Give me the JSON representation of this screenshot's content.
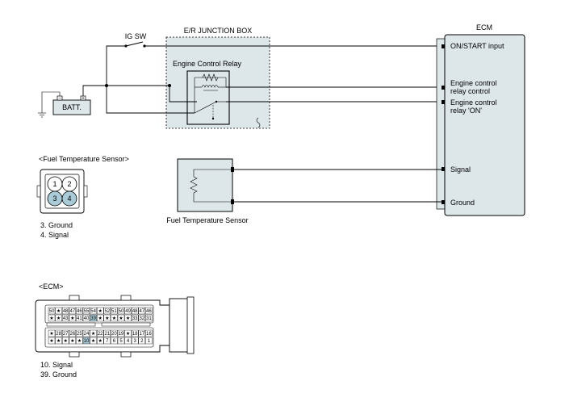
{
  "diagram": {
    "ig_sw": "IG SW",
    "junction_box": "E/R JUNCTION BOX",
    "engine_control_relay": "Engine Control Relay",
    "battery": "BATT.",
    "ecm_title": "ECM",
    "ecm_pins": {
      "on_start": "ON/START input",
      "relay_control_1": "Engine control",
      "relay_control_2": "relay control",
      "relay_on_1": "Engine control",
      "relay_on_2": "relay 'ON'",
      "signal": "Signal",
      "ground": "Ground"
    },
    "sensor_caption": "Fuel Temperature Sensor",
    "fuel_connector": {
      "title": "<Fuel Temperature Sensor>",
      "pins": [
        "1",
        "2",
        "3",
        "4"
      ],
      "legend": [
        "3. Ground",
        "4. Signal"
      ]
    },
    "ecm_connector": {
      "title": "<ECM>",
      "row1": [
        "50",
        "★",
        "48",
        "47",
        "46",
        "55",
        "54",
        "★",
        "52",
        "51",
        "50",
        "49",
        "48",
        "47",
        "46"
      ],
      "row2": [
        "★",
        "★",
        "43",
        "★",
        "41",
        "40",
        "39",
        "★",
        "★",
        "★",
        "★",
        "★",
        "33",
        "32",
        "31"
      ],
      "row3": [
        "★",
        "28",
        "27",
        "26",
        "25",
        "24",
        "★",
        "22",
        "21",
        "20",
        "19",
        "★",
        "18",
        "17",
        "16"
      ],
      "row4": [
        "★",
        "★",
        "★",
        "★",
        "★",
        "10",
        "★",
        "★",
        "7",
        "6",
        "5",
        "4",
        "3",
        "2",
        "1"
      ],
      "legend": [
        "10. Signal",
        "39. Ground"
      ]
    }
  }
}
